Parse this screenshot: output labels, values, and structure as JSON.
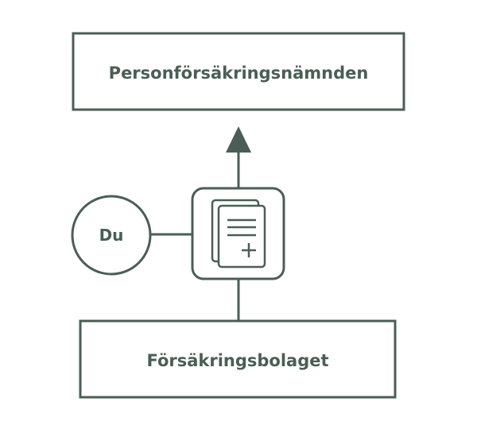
{
  "colors": {
    "primary": "#4a5e55",
    "background": "#ffffff"
  },
  "nodes": {
    "top": {
      "label": "Personförsäkringsnämnden"
    },
    "you": {
      "label": "Du"
    },
    "document": {
      "icon": "document-add-icon"
    },
    "bottom": {
      "label": "Försäkringsbolaget"
    }
  }
}
